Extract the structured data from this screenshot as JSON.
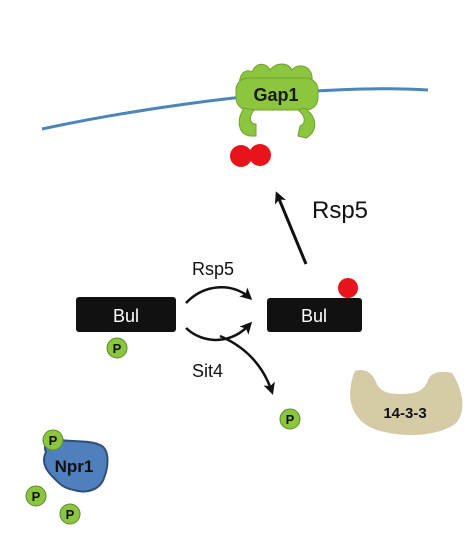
{
  "diagram": {
    "membrane_protein": "Gap1",
    "ubiquitin_ligase_main": "Rsp5",
    "adaptor_left": "Bul",
    "adaptor_right": "Bul",
    "phospho_label": "P",
    "ubiquitin_ligase_arrow": "Rsp5",
    "phosphatase": "Sit4",
    "scaffold": "14-3-3",
    "kinase": "Npr1"
  },
  "colors": {
    "membrane": "#4a86b8",
    "gap1_fill": "#8cc63f",
    "ubiquitin": "#e8141c",
    "phospho_fill": "#8cc63f",
    "phospho_stroke": "#5a8a2a",
    "bul_fill": "#111111",
    "scaffold_fill": "#d6cba7",
    "npr1_fill": "#4f80bd",
    "npr1_stroke": "#2f4f7a",
    "arrow": "#111111"
  },
  "icons": {
    "phospho": "green-circle-P",
    "ubiquitin": "red-circle"
  }
}
